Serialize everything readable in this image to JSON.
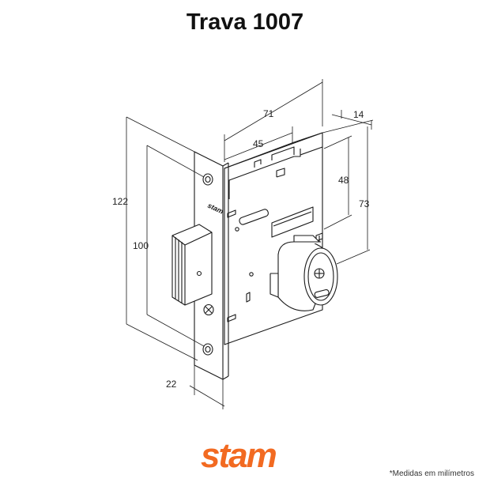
{
  "title": "Trava 1007",
  "dimensions": {
    "d71": "71",
    "d14": "14",
    "d45": "45",
    "d48": "48",
    "d73": "73",
    "d122": "122",
    "d100": "100",
    "d22": "22"
  },
  "brand": {
    "plate_text": "stam",
    "logo_text": "stam",
    "logo_color": "#f26a21"
  },
  "footnote": "*Medidas em milímetros"
}
